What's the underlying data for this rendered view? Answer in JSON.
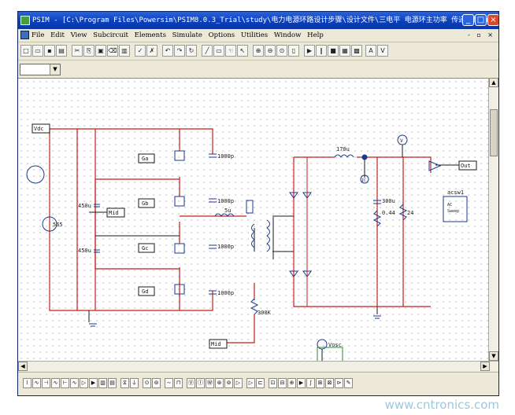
{
  "window": {
    "title": "PSIM - [C:\\Program Files\\Powersim\\PSIM8.0.3_Trial\\study\\电力电源环路设计步骤\\设计文件\\三电平 电源环主功率 传递函数.psimsch*]"
  },
  "menu": {
    "items": [
      "File",
      "Edit",
      "View",
      "Subcircuit",
      "Elements",
      "Simulate",
      "Options",
      "Utilities",
      "Window",
      "Help"
    ]
  },
  "toolbar": {
    "zoom_labels": [
      "A",
      "V"
    ],
    "combo_value": ""
  },
  "schematic": {
    "labels": {
      "vdc": "Vdc",
      "source": "565",
      "cap_top": "450u",
      "cap_bot": "450u",
      "mid": "Mid",
      "mid2": "Mid",
      "gate_a": "Ga",
      "gate_b": "Gb",
      "gate_c": "Gc",
      "gate_d": "Gd",
      "c1": "1000p",
      "c2": "1000p",
      "c3": "1000p",
      "c4": "1000p",
      "lr": "5u",
      "lout": "170u",
      "cout": "300u",
      "esr": "0.44",
      "rload": "24",
      "cblock": "300K",
      "ic": "IC",
      "vprobe": "V",
      "out": "Out",
      "acsweep_title": "acsw1",
      "acsweep_l1": "AC",
      "acsweep_l2": "Sweep",
      "vosc": "Vosc"
    }
  },
  "watermark": "www.cntronics.com",
  "colors": {
    "titlebar": "#0b3fbd",
    "wire_red": "#c0201a",
    "wire_dark": "#1a1a1a",
    "component": "#1a3a8c"
  }
}
